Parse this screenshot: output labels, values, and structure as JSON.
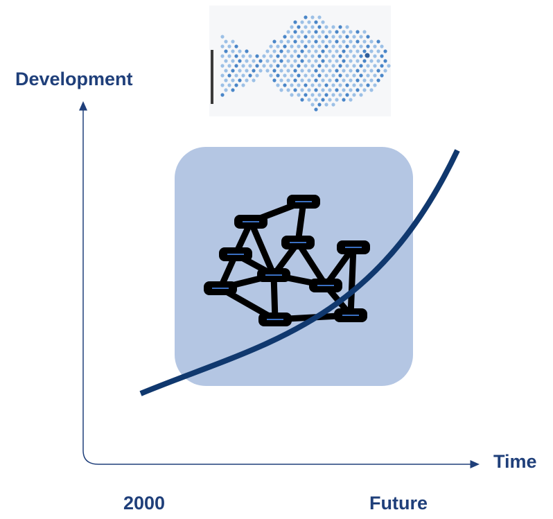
{
  "diagram": {
    "ylabel": "Development",
    "xlabel": "Time",
    "x_ticks": [
      "2000",
      "Future"
    ]
  },
  "colors": {
    "axis": "#1f3f7a",
    "curve": "#10386e",
    "box_fill": "#b4c6e3",
    "network": "#000000",
    "fish": "#6f9fd6"
  },
  "icons": [
    "fish-school-icon",
    "network-graph-icon"
  ]
}
